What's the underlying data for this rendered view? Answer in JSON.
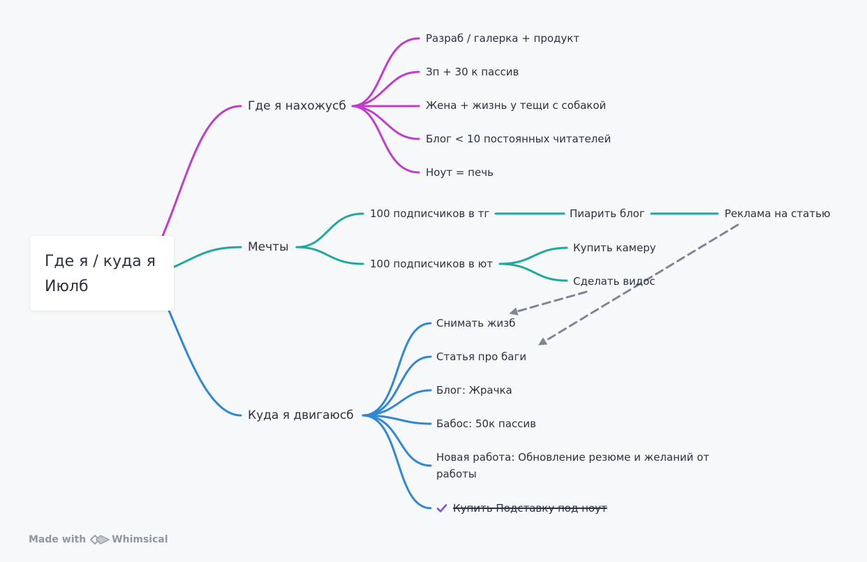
{
  "colors": {
    "branch_where": "#c13cc9",
    "branch_dreams": "#1fa99a",
    "branch_moving": "#2f87d6",
    "cross_link": "#7e8793",
    "check": "#7a52d6"
  },
  "root": {
    "line1": "Где я / куда я",
    "line2": "Июлб"
  },
  "branches": {
    "where": {
      "label": "Где я нахожусб",
      "items": [
        "Разраб / галерка + продукт",
        "Зп + 30 к пассив",
        "Жена + жизнь у тещи с собакой",
        "Блог < 10 постоянных читателей",
        "Ноут = печь"
      ]
    },
    "dreams": {
      "label": "Мечты",
      "tg": "100 подписчиков в тг",
      "tg_next": "Пиарить блог",
      "tg_next2": "Реклама на статью",
      "yt": "100 подписчиков в ют",
      "yt_items": [
        "Купить камеру",
        "Сделать видос"
      ]
    },
    "moving": {
      "label": "Куда я двигаюсб",
      "items": [
        "Снимать жизб",
        "Статья про баги",
        "Блог: Жрачка",
        "Бабос: 50к пассив",
        "Новая работа: Обновление резюме и желаний от работы",
        "Купить Подставку под ноут"
      ]
    }
  },
  "watermark": {
    "prefix": "Made with",
    "brand": "Whimsical"
  }
}
